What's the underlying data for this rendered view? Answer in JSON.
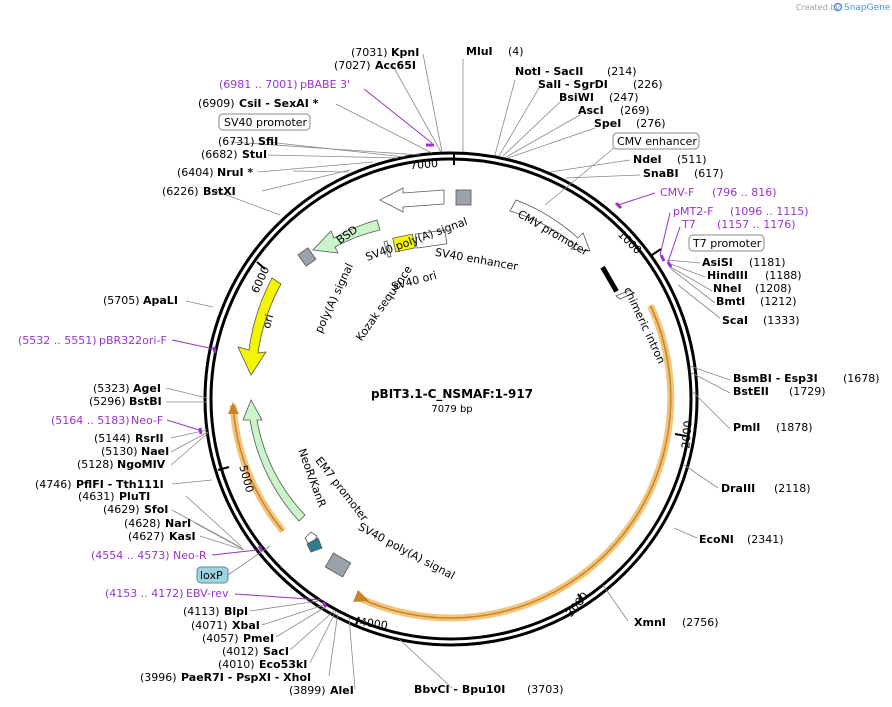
{
  "credit": {
    "prefix": "Created by",
    "brand": "SnapGene"
  },
  "plasmid": {
    "name": "pBIT3.1-C_NSMAF:1-917",
    "size_label": "7079 bp",
    "length": 7079
  },
  "ticks": [
    "1000",
    "2000",
    "3000",
    "4000",
    "5000",
    "6000",
    "7000"
  ],
  "sites_right": [
    {
      "name": "MluI",
      "pos": "(4)"
    },
    {
      "name": "NotI - SacII",
      "pos": "(214)"
    },
    {
      "name": "SalI - SgrDI",
      "pos": "(226)"
    },
    {
      "name": "BsiWI",
      "pos": "(247)"
    },
    {
      "name": "AscI",
      "pos": "(269)"
    },
    {
      "name": "SpeI",
      "pos": "(276)"
    },
    {
      "name": "NdeI",
      "pos": "(511)"
    },
    {
      "name": "SnaBI",
      "pos": "(617)"
    },
    {
      "name": "AsiSI",
      "pos": "(1181)"
    },
    {
      "name": "HindIII",
      "pos": "(1188)"
    },
    {
      "name": "NheI",
      "pos": "(1208)"
    },
    {
      "name": "BmtI",
      "pos": "(1212)"
    },
    {
      "name": "ScaI",
      "pos": "(1333)"
    },
    {
      "name": "BsmBI - Esp3I",
      "pos": "(1678)"
    },
    {
      "name": "BstEII",
      "pos": "(1729)"
    },
    {
      "name": "PmlI",
      "pos": "(1878)"
    },
    {
      "name": "DraIII",
      "pos": "(2118)"
    },
    {
      "name": "EcoNI",
      "pos": "(2341)"
    },
    {
      "name": "XmnI",
      "pos": "(2756)"
    },
    {
      "name": "BbvCI - Bpu10I",
      "pos": "(3703)"
    }
  ],
  "sites_left": [
    {
      "name": "KpnI",
      "pos": "(7031)"
    },
    {
      "name": "Acc65I",
      "pos": "(7027)"
    },
    {
      "name": "CsiI - SexAI *",
      "pos": "(6909)"
    },
    {
      "name": "SfiI",
      "pos": "(6731)"
    },
    {
      "name": "StuI",
      "pos": "(6682)"
    },
    {
      "name": "NruI *",
      "pos": "(6404)"
    },
    {
      "name": "BstXI",
      "pos": "(6226)"
    },
    {
      "name": "ApaLI",
      "pos": "(5705)"
    },
    {
      "name": "AgeI",
      "pos": "(5323)"
    },
    {
      "name": "BstBI",
      "pos": "(5296)"
    },
    {
      "name": "RsrII",
      "pos": "(5144)"
    },
    {
      "name": "NaeI",
      "pos": "(5130)"
    },
    {
      "name": "NgoMIV",
      "pos": "(5128)"
    },
    {
      "name": "PflFI - Tth111I",
      "pos": "(4746)"
    },
    {
      "name": "PluTI",
      "pos": "(4631)"
    },
    {
      "name": "SfoI",
      "pos": "(4629)"
    },
    {
      "name": "NarI",
      "pos": "(4628)"
    },
    {
      "name": "KasI",
      "pos": "(4627)"
    },
    {
      "name": "BlpI",
      "pos": "(4113)"
    },
    {
      "name": "XbaI",
      "pos": "(4071)"
    },
    {
      "name": "PmeI",
      "pos": "(4057)"
    },
    {
      "name": "SacI",
      "pos": "(4012)"
    },
    {
      "name": "Eco53kI",
      "pos": "(4010)"
    },
    {
      "name": "PaeR7I - PspXI - XhoI",
      "pos": "(3996)"
    },
    {
      "name": "AleI",
      "pos": "(3899)"
    }
  ],
  "primers": [
    {
      "name": "pBABE 3'",
      "range": "(6981 .. 7001)"
    },
    {
      "name": "CMV-F",
      "range": "(796 .. 816)"
    },
    {
      "name": "pMT2-F",
      "range": "(1096 .. 1115)"
    },
    {
      "name": "T7",
      "range": "(1157 .. 1176)"
    },
    {
      "name": "pBR322ori-F",
      "range": "(5532 .. 5551)"
    },
    {
      "name": "Neo-F",
      "range": "(5164 .. 5183)"
    },
    {
      "name": "Neo-R",
      "range": "(4554 .. 4573)"
    },
    {
      "name": "EBV-rev",
      "range": "(4153 .. 4172)"
    }
  ],
  "boxed_features": [
    "SV40 promoter",
    "CMV enhancer",
    "T7 promoter",
    "loxP"
  ],
  "features": [
    "SV40 poly(A) signal",
    "CMV promoter",
    "chimeric intron",
    "SV40 enhancer",
    "SV40 ori",
    "Kozak sequence",
    "BSD",
    "poly(A) signal",
    "ori",
    "NeoR/KanR",
    "EM7 promoter",
    "SV40 poly(A) signal"
  ],
  "colors": {
    "primer": "#9933cc",
    "highlight": "#f3c57a",
    "ori": "#f5f500",
    "marker": "#c9f5c9",
    "loxp": "#9fd3e0",
    "brand": "#4c8fd6"
  }
}
